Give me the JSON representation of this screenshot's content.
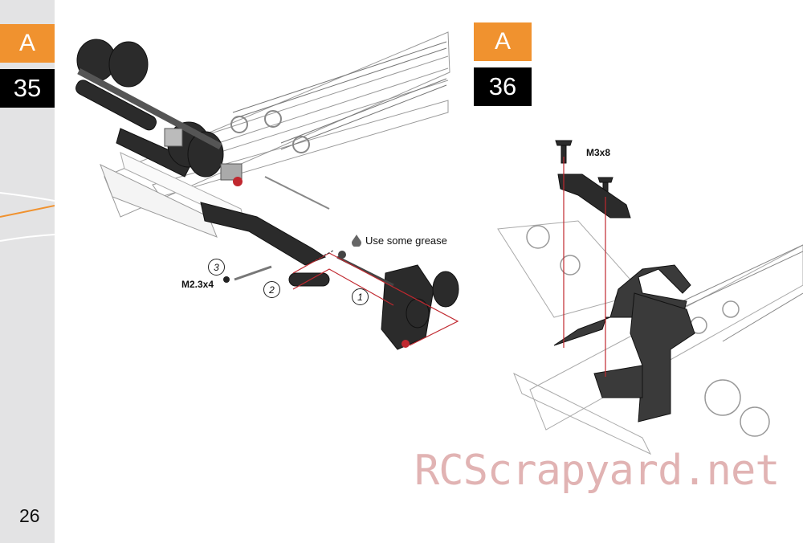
{
  "page": {
    "number": "26"
  },
  "step_35": {
    "section_letter": "A",
    "step_number": "35",
    "screw_label": "M2.3x4",
    "grease_note": "Use some grease",
    "substeps": [
      "1",
      "2",
      "3"
    ]
  },
  "step_36": {
    "section_letter": "A",
    "step_number": "36",
    "screw_label": "M3x8"
  },
  "watermark": "RCScrapyard.net",
  "colors": {
    "orange": "#f0922f",
    "black": "#000000",
    "sidebar": "#e3e3e4",
    "guide_red": "#c0282f"
  },
  "icons": [
    "grease-drop-icon"
  ]
}
